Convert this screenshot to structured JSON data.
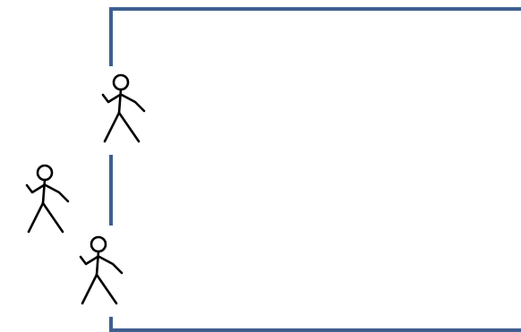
{
  "colors": {
    "border": "#3f5f8f",
    "figure": "#000000",
    "background": "#ffffff"
  },
  "figures": [
    {
      "name": "stick-figure-at-doorway",
      "icon": "stick-figure-icon"
    },
    {
      "name": "stick-figure-outside-left",
      "icon": "stick-figure-icon"
    },
    {
      "name": "stick-figure-outside-lower",
      "icon": "stick-figure-icon"
    }
  ]
}
